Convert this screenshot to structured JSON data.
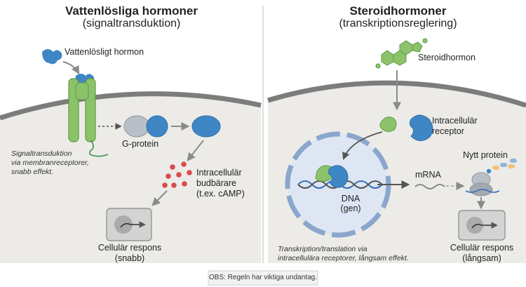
{
  "left": {
    "title": "Vattenlösliga hormoner",
    "subtitle": "(signaltransduktion)",
    "hormone_label": "Vattenlösligt hormon",
    "gprotein_label": "G-protein",
    "messenger_label": [
      "Intracellulär",
      "budbärare",
      "(t.ex. cAMP)"
    ],
    "response_label": [
      "Cellulär respons",
      "(snabb)"
    ],
    "note": [
      "Signaltransduktion",
      "via membranreceptorer,",
      "snabb effekt."
    ]
  },
  "right": {
    "title": "Steroidhormoner",
    "subtitle": "(transkriptionsreglering)",
    "hormone_label": "Steroidhormon",
    "receptor_label": [
      "Intracellulär",
      "receptor"
    ],
    "protein_label": "Nytt protein",
    "mrna_label": "mRNA",
    "dna_label": [
      "DNA",
      "(gen)"
    ],
    "response_label": [
      "Cellulär respons",
      "(långsam)"
    ],
    "note": [
      "Transkription/translation via",
      "intracellulära receptorer, långsam effekt."
    ]
  },
  "footer": "OBS: Regeln har viktiga undantag.",
  "colors": {
    "receptor_green": "#8cc36a",
    "hormone_blue": "#3f86c5",
    "gprotein_gray": "#b9bfc6",
    "messenger_red": "#d94b4b",
    "cell_fill": "#ecebe8",
    "membrane": "#7c7c7c",
    "nucleus_fill": "#dde6f2",
    "nucleus_edge": "#8aa6cc"
  }
}
